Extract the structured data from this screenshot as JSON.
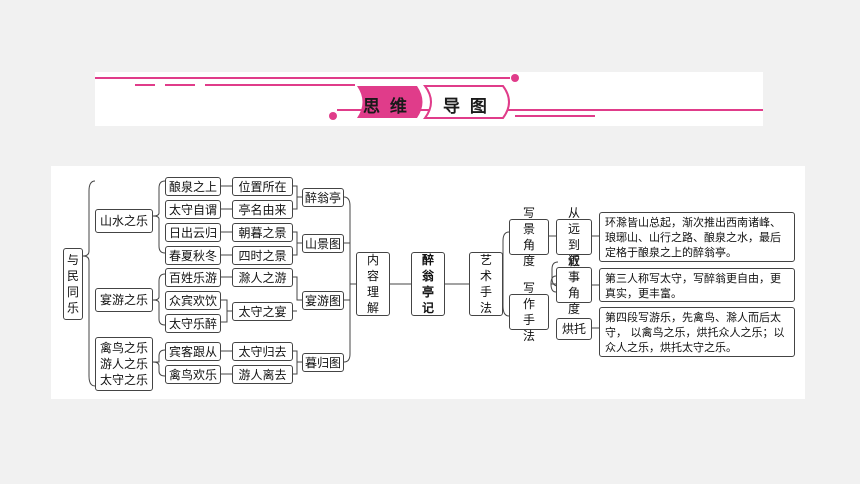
{
  "banner": {
    "title_left": "思 维",
    "title_right": "导 图",
    "accent": "#e03c8a"
  },
  "root": "与民同乐",
  "groups": [
    {
      "label": "山水之乐"
    },
    {
      "label": "宴游之乐"
    },
    {
      "label": [
        "禽鸟之乐",
        "游人之乐",
        "太守之乐"
      ]
    }
  ],
  "level2": [
    "酿泉之上",
    "太守自谓",
    "日出云归",
    "春夏秋冬",
    "百姓乐游",
    "众宾欢饮",
    "太守乐醉",
    "宾客跟从",
    "禽鸟欢乐"
  ],
  "level3": [
    "位置所在",
    "亭名由来",
    "朝暮之景",
    "四时之景",
    "滁人之游",
    "太守之宴",
    "太守归去",
    "游人离去"
  ],
  "level4": [
    "醉翁亭",
    "山景图",
    "宴游图",
    "暮归图"
  ],
  "center": {
    "content": "内容理解",
    "title": "醉翁亭记",
    "art": "艺术手法"
  },
  "techniques": [
    {
      "label": "写景角度",
      "sub": "从远到近",
      "text": "环滁皆山总起，渐次推出西南诸峰、琅琊山、山行之路、酿泉之水，最后定格于酿泉之上的醉翁亭。"
    },
    {
      "label": "写作手法",
      "subs": [
        {
          "label": "叙事角度",
          "text": "第三人称写太守，写醉翁更自由，更真实，更丰富。"
        },
        {
          "label": "烘托",
          "text": "第四段写游乐，先禽鸟、滁人而后太守， 以禽鸟之乐，烘托众人之乐；以众人之乐，烘托太守之乐。"
        }
      ]
    }
  ]
}
